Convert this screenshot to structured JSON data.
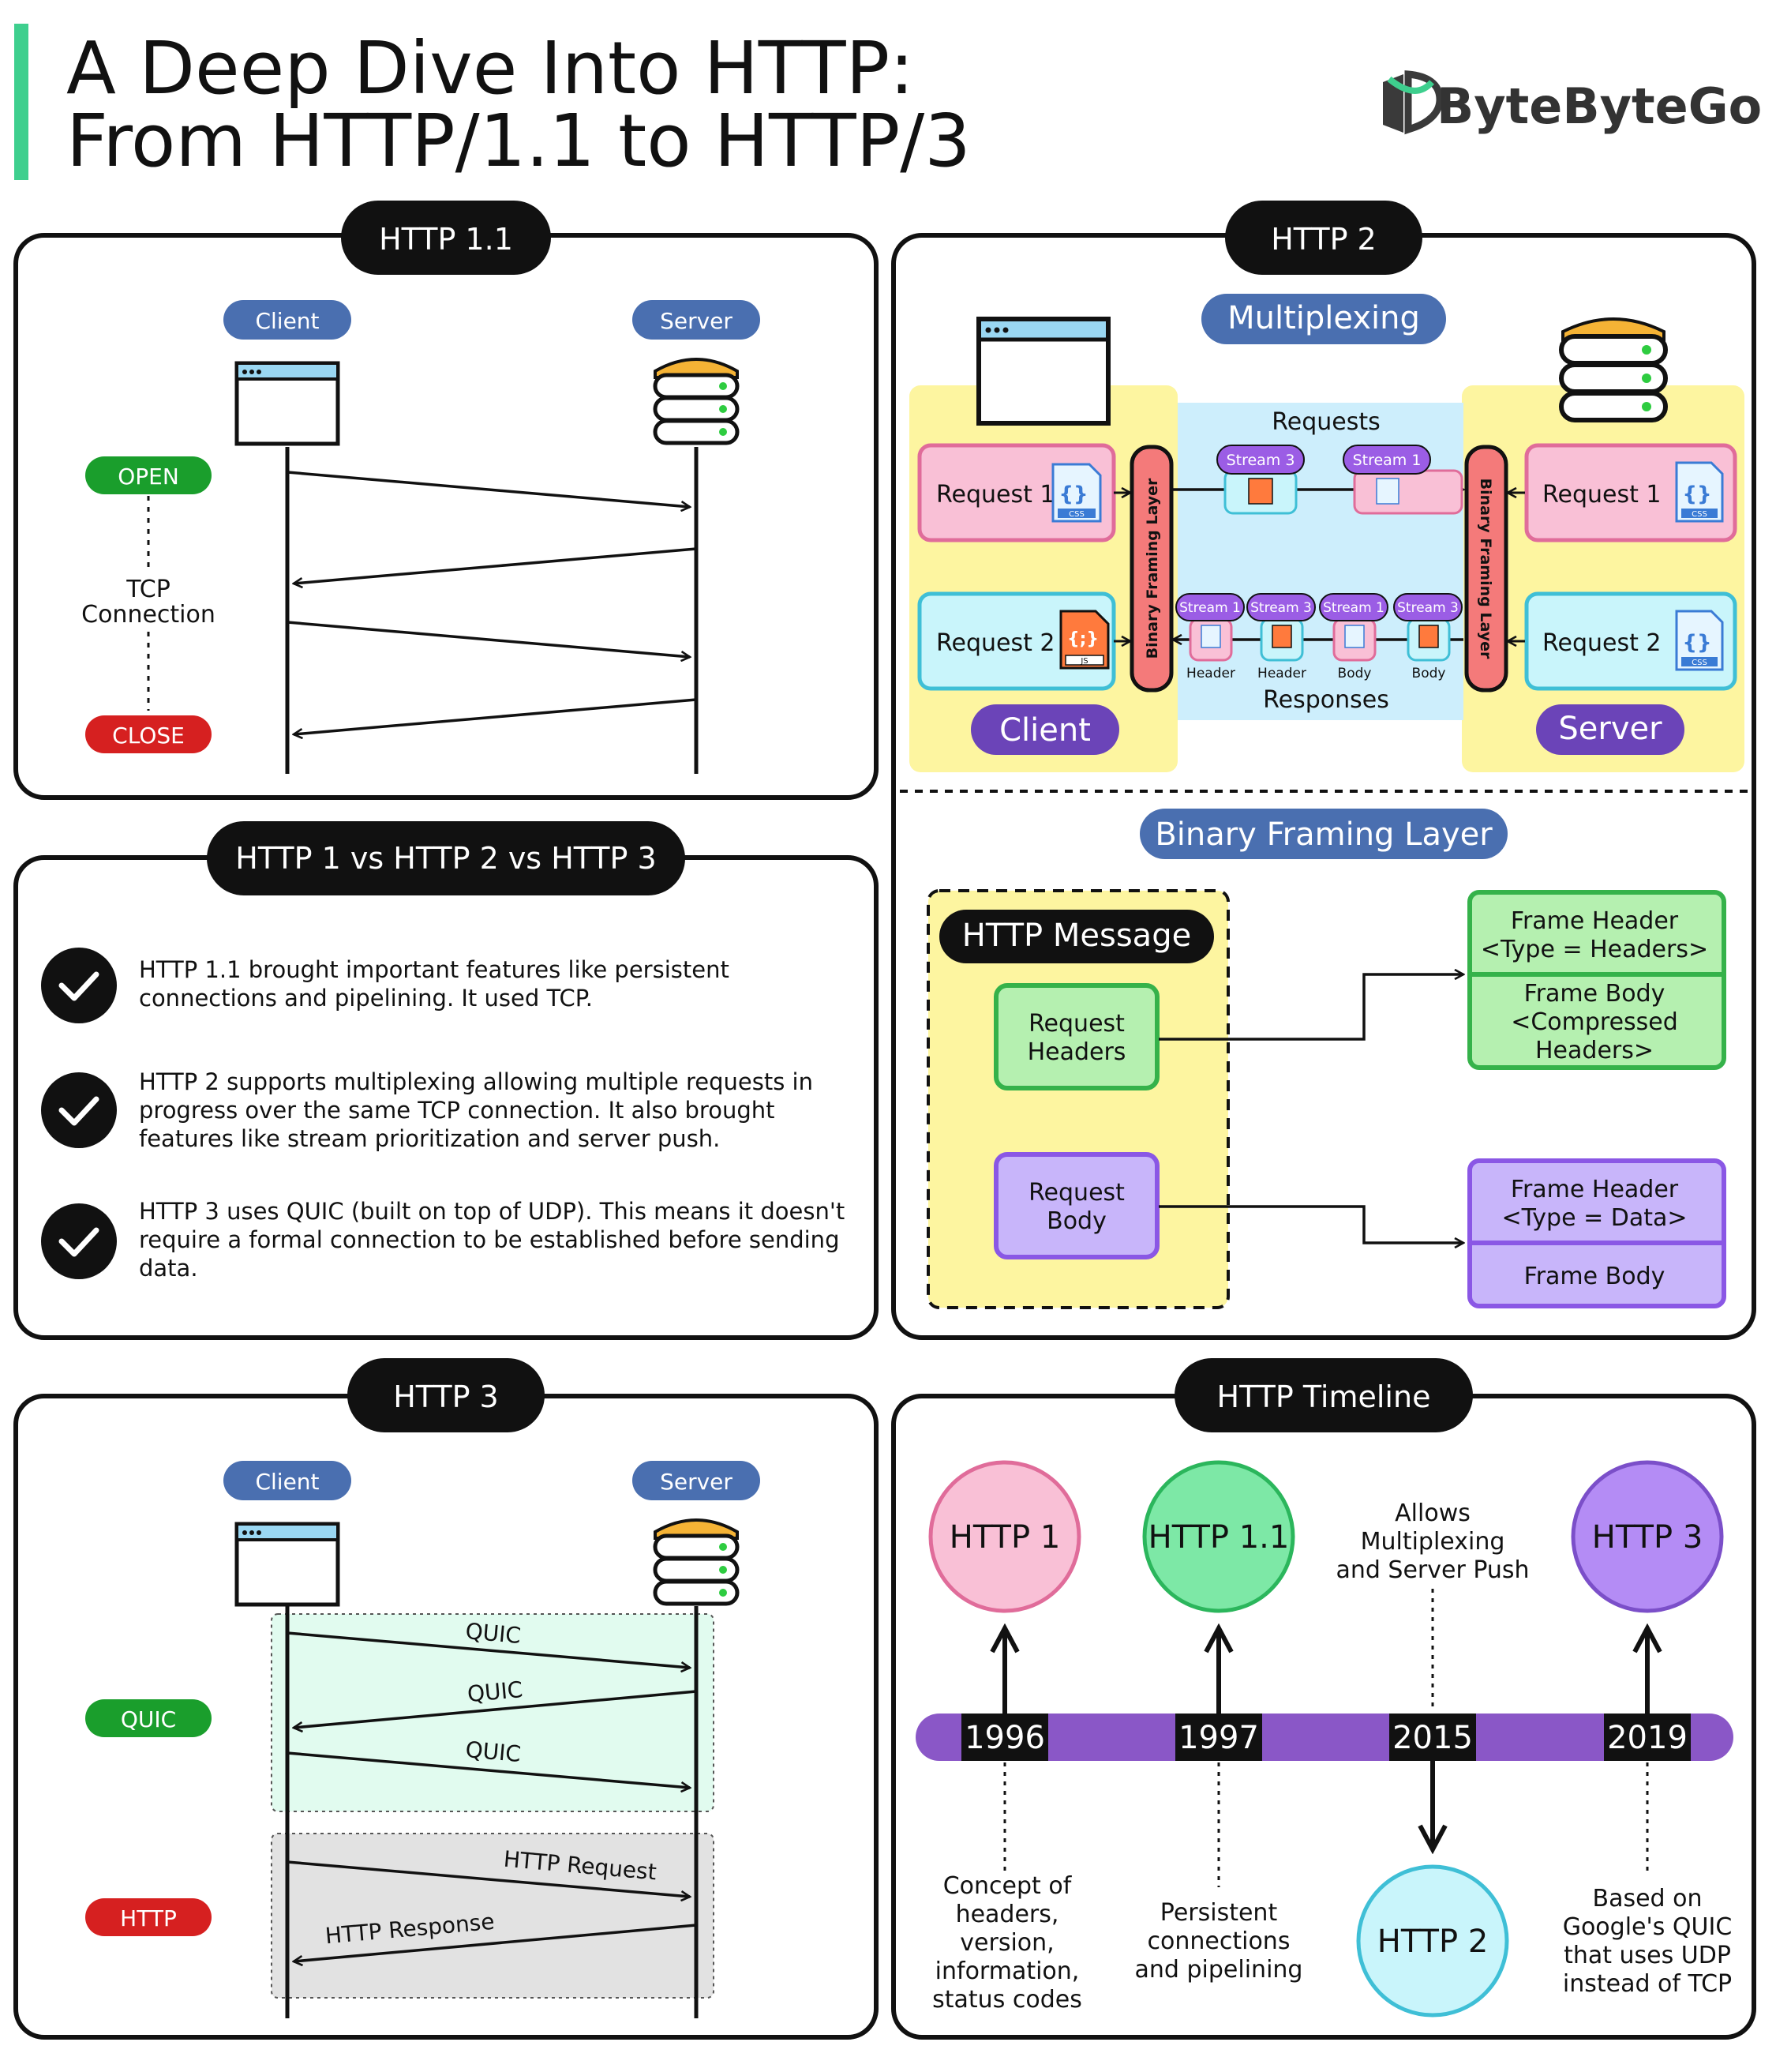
{
  "header": {
    "title_line1": "A Deep Dive Into HTTP:",
    "title_line2": "From HTTP/1.1 to HTTP/3",
    "brand": "ByteByteGo"
  },
  "colors": {
    "accent_bar": "#3ecf8e",
    "pill_blue": "#4a6fb0",
    "purple": "#7b4fc9",
    "timeline": "#8a57c7",
    "open_green": "#1a9e2c",
    "close_red": "#d62020",
    "yellow_panel": "#fdf5a0",
    "blue_panel": "#cdeefc"
  },
  "http11": {
    "title": "HTTP 1.1",
    "client": "Client",
    "server": "Server",
    "open": "OPEN",
    "tcp_line1": "TCP",
    "tcp_line2": "Connection",
    "close": "CLOSE"
  },
  "http2": {
    "title": "HTTP 2",
    "multiplexing": "Multiplexing",
    "requests": "Requests",
    "responses": "Responses",
    "client": "Client",
    "server": "Server",
    "bfl": "Binary Framing Layer",
    "request1": "Request 1",
    "request2": "Request 2",
    "req_streams": [
      "Stream 3",
      "Stream 1"
    ],
    "resp_streams": [
      "Stream 1",
      "Stream 3",
      "Stream 1",
      "Stream 3"
    ],
    "resp_parts": [
      "Header",
      "Header",
      "Body",
      "Body"
    ],
    "file_css": "CSS",
    "file_js": "JS"
  },
  "framing": {
    "title": "Binary Framing Layer",
    "message": "HTTP Message",
    "req_headers": [
      "Request",
      "Headers"
    ],
    "req_body": [
      "Request",
      "Body"
    ],
    "fh1": [
      "Frame Header",
      "<Type = Headers>"
    ],
    "fb1": [
      "Frame Body",
      "<Compressed",
      "Headers>"
    ],
    "fh2": [
      "Frame Header",
      "<Type = Data>"
    ],
    "fb2": "Frame Body"
  },
  "comparison": {
    "title": "HTTP 1 vs HTTP 2 vs HTTP 3",
    "items": [
      [
        "HTTP 1.1 brought important features like persistent",
        "connections and pipelining. It used TCP."
      ],
      [
        "HTTP 2 supports multiplexing allowing multiple requests in",
        "progress over the same TCP connection. It also brought",
        "features like stream prioritization and server push."
      ],
      [
        "HTTP 3 uses QUIC (built on top of UDP). This means it doesn't",
        "require a formal connection to be established before sending",
        "data."
      ]
    ]
  },
  "http3": {
    "title": "HTTP 3",
    "client": "Client",
    "server": "Server",
    "quic_badge": "QUIC",
    "http_badge": "HTTP",
    "quic_labels": [
      "QUIC",
      "QUIC",
      "QUIC"
    ],
    "http_request": "HTTP Request",
    "http_response": "HTTP Response"
  },
  "timeline": {
    "title": "HTTP Timeline",
    "events": [
      {
        "name": "HTTP 1",
        "year": "1996",
        "note": [
          "Concept of",
          "headers,",
          "version,",
          "information,",
          "status codes"
        ]
      },
      {
        "name": "HTTP 1.1",
        "year": "1997",
        "note": [
          "Persistent",
          "connections",
          "and pipelining"
        ]
      },
      {
        "name": "HTTP 2",
        "year": "2015",
        "note": [
          "Allows",
          "Multiplexing",
          "and Server Push"
        ]
      },
      {
        "name": "HTTP 3",
        "year": "2019",
        "note": [
          "Based on",
          "Google's QUIC",
          "that uses UDP",
          "instead of TCP"
        ]
      }
    ]
  }
}
